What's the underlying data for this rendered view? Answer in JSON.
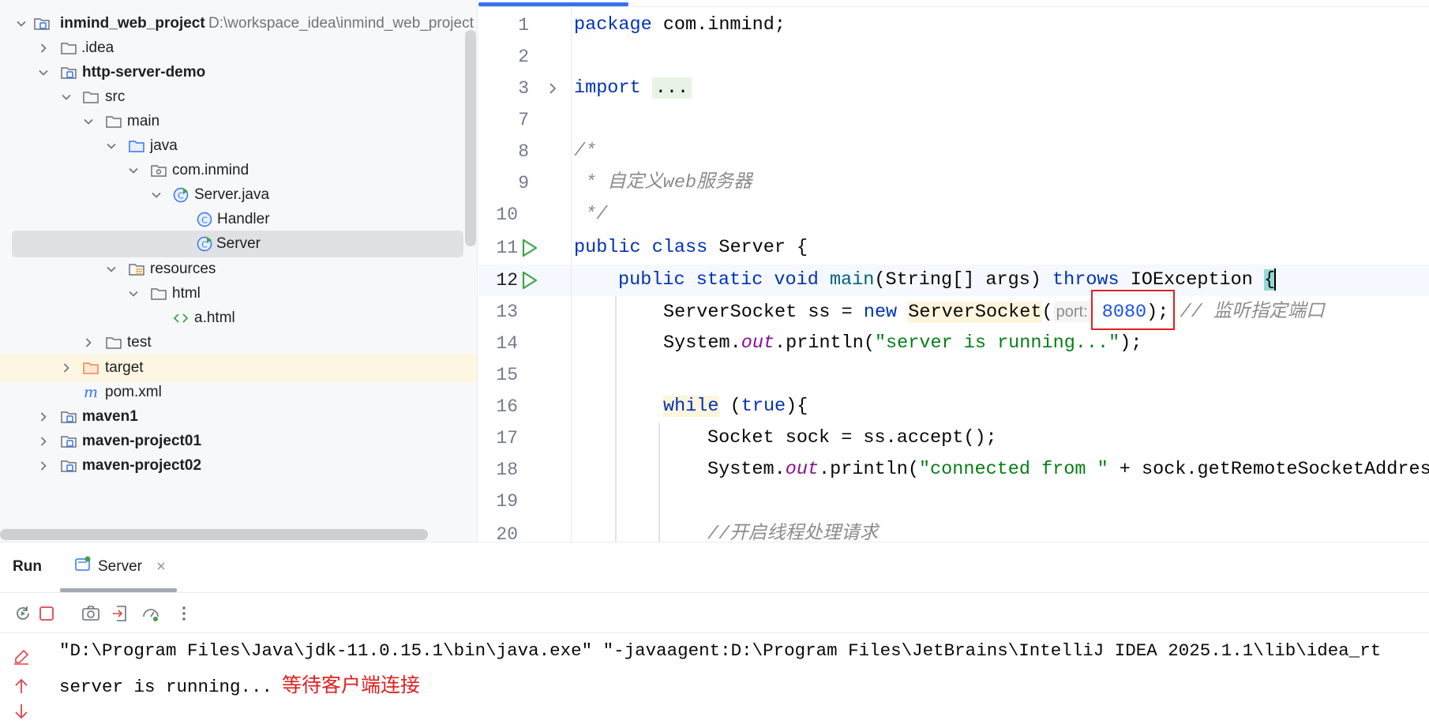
{
  "project_tree": {
    "root_label": "inmind_web_project",
    "root_path": "D:\\workspace_idea\\inmind_web_project",
    "nodes": [
      {
        "label": ".idea",
        "icon": "folder-icon"
      },
      {
        "label": "http-server-demo",
        "icon": "module-icon"
      },
      {
        "label": "src",
        "icon": "folder-icon"
      },
      {
        "label": "main",
        "icon": "folder-icon"
      },
      {
        "label": "java",
        "icon": "source-folder-icon"
      },
      {
        "label": "com.inmind",
        "icon": "package-icon"
      },
      {
        "label": "Server.java",
        "icon": "java-file-icon"
      },
      {
        "label": "Handler",
        "icon": "class-icon"
      },
      {
        "label": "Server",
        "icon": "main-class-icon"
      },
      {
        "label": "resources",
        "icon": "resources-folder-icon"
      },
      {
        "label": "html",
        "icon": "folder-icon"
      },
      {
        "label": "a.html",
        "icon": "html-file-icon"
      },
      {
        "label": "test",
        "icon": "folder-icon"
      },
      {
        "label": "target",
        "icon": "excluded-folder-icon"
      },
      {
        "label": "pom.xml",
        "icon": "maven-icon"
      },
      {
        "label": "maven1",
        "icon": "module-icon"
      },
      {
        "label": "maven-project01",
        "icon": "module-icon"
      },
      {
        "label": "maven-project02",
        "icon": "module-icon"
      }
    ]
  },
  "editor": {
    "line_numbers": [
      "1",
      "2",
      "3",
      "7",
      "8",
      "9",
      "10",
      "11",
      "12",
      "13",
      "14",
      "15",
      "16",
      "17",
      "18",
      "19",
      "20"
    ],
    "code": {
      "l1_kw": "package",
      "l1_rest": " com.inmind;",
      "l3_kw": "import",
      "l3_fold": "...",
      "l8": "/*",
      "l9": " * 自定义web服务器",
      "l10": " */",
      "l11_kw": "public class",
      "l11_rest": " Server {",
      "l12_kw1": "public static void",
      "l12_fn": "main",
      "l12_mid": "(String[] args) ",
      "l12_kw2": "throws",
      "l12_rest": " IOException ",
      "l12_brace": "{",
      "l13_a": "ServerSocket ss = ",
      "l13_kw": "new",
      "l13_cls": "ServerSocket",
      "l13_paren": "(",
      "l13_hint": "port:",
      "l13_num": "8080",
      "l13_end": ");",
      "l13_cmt": "// 监听指定端口",
      "l14_a": "System.",
      "l14_fld": "out",
      "l14_b": ".println(",
      "l14_str": "\"server is running...\"",
      "l14_end": ");",
      "l16_kw": "while",
      "l16_mid": " (",
      "l16_kw2": "true",
      "l16_end": "){",
      "l17": "Socket sock = ss.accept();",
      "l18_a": "System.",
      "l18_fld": "out",
      "l18_b": ".println(",
      "l18_str": "\"connected from \"",
      "l18_rest": " + sock.getRemoteSocketAddress",
      "l20": "//开启线程处理请求"
    }
  },
  "run_panel": {
    "title": "Run",
    "tab_label": "Server",
    "console": {
      "line1": "\"D:\\Program Files\\Java\\jdk-11.0.15.1\\bin\\java.exe\" \"-javaagent:D:\\Program Files\\JetBrains\\IntelliJ IDEA 2025.1.1\\lib\\idea_rt",
      "line2": "server is running...",
      "annotation": "等待客户端连接"
    }
  },
  "colors": {
    "accent": "#3574f0",
    "keyword": "#0033b3",
    "string": "#067d17",
    "number": "#1750eb",
    "annotation_red": "#e02020",
    "run_green": "#3fa348"
  }
}
